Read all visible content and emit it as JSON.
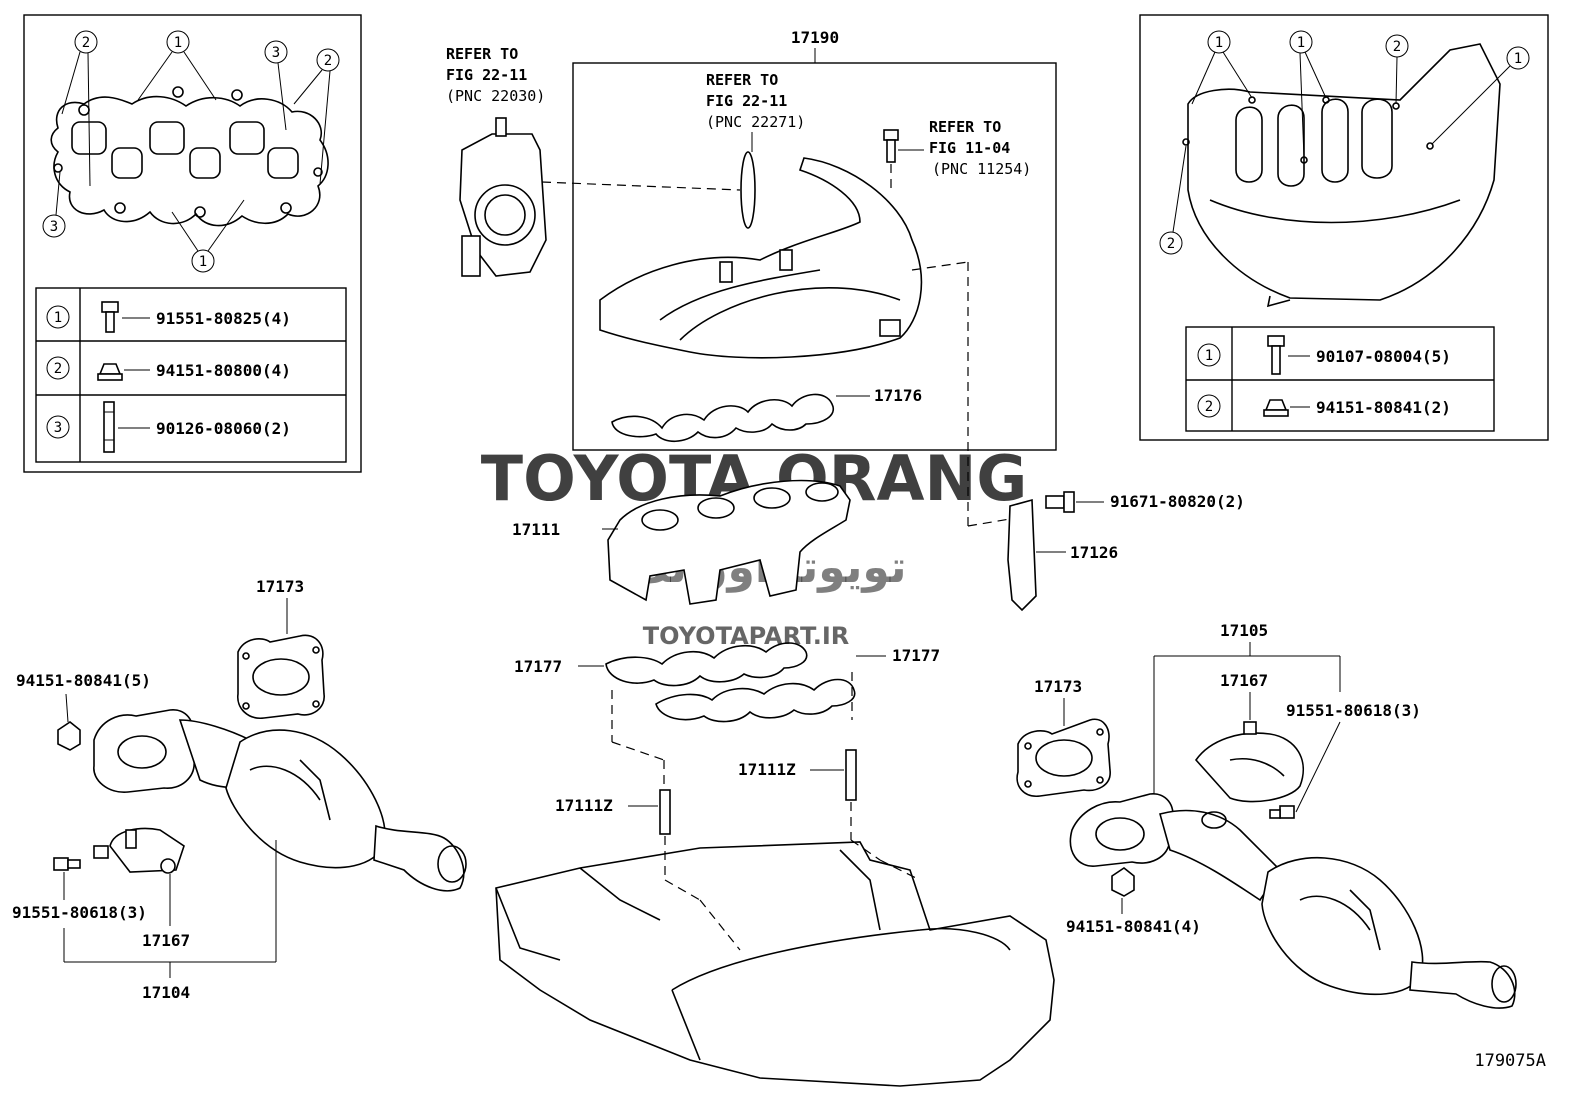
{
  "diagram": {
    "code": "179075A",
    "watermark": {
      "main": "TOYOTA ORANG",
      "persian": "تویوتا اورانگ",
      "site": "TOYOTAPART.IR",
      "color": "#f08080"
    },
    "references": {
      "throttle": {
        "line1": "REFER TO",
        "line2": "FIG 22-11",
        "line3": "(PNC 22030)"
      },
      "oring": {
        "line1": "REFER TO",
        "line2": "FIG 22-11",
        "line3": "(PNC 22271)"
      },
      "bolt": {
        "line1": "REFER TO",
        "line2": "FIG 11-04",
        "line3": "(PNC 11254)"
      }
    },
    "parts": {
      "p17190": "17190",
      "p17176": "17176",
      "p17111": "17111",
      "p17126": "17126",
      "p91671": "91671-80820(2)",
      "p17173_left": "17173",
      "p17173_right": "17173",
      "p17177_left": "17177",
      "p17177_right": "17177",
      "p17111z_left": "17111Z",
      "p17111z_right": "17111Z",
      "p94151_left": "94151-80841(5)",
      "p91551_left": "91551-80618(3)",
      "p17167_left": "17167",
      "p17104": "17104",
      "p17105": "17105",
      "p17167_right": "17167",
      "p91551_right": "91551-80618(3)",
      "p94151_right": "94151-80841(4)"
    },
    "left_inset": {
      "callouts": [
        "2",
        "1",
        "3",
        "2",
        "3",
        "1"
      ],
      "legend": [
        {
          "num": "1",
          "part": "91551-80825(4)"
        },
        {
          "num": "2",
          "part": "94151-80800(4)"
        },
        {
          "num": "3",
          "part": "90126-08060(2)"
        }
      ]
    },
    "right_inset": {
      "callouts": [
        "1",
        "1",
        "2",
        "1",
        "2"
      ],
      "legend": [
        {
          "num": "1",
          "part": "90107-08004(5)"
        },
        {
          "num": "2",
          "part": "94151-80841(2)"
        }
      ]
    }
  }
}
